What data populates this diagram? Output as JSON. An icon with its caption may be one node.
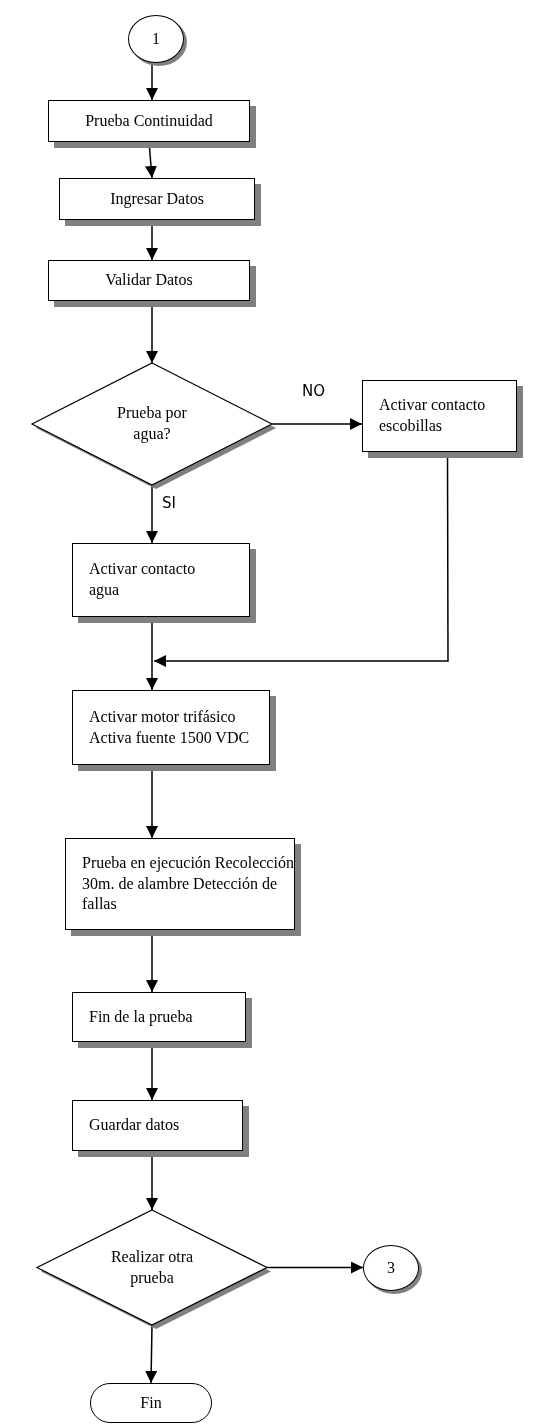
{
  "diagram": {
    "nodes": [
      {
        "text": [
          "1"
        ]
      },
      {
        "text": [
          "Prueba Continuidad"
        ]
      },
      {
        "text": [
          "Ingresar Datos"
        ]
      },
      {
        "text": [
          "Validar Datos"
        ]
      },
      {
        "text": [
          "Prueba por agua?"
        ]
      },
      {
        "text": [
          "Activar contacto escobillas"
        ]
      },
      {
        "text": [
          "Activar contacto agua"
        ]
      },
      {
        "text": [
          "Activar motor trifásico Activa fuente 1500 VDC"
        ]
      },
      {
        "text": [
          "Prueba en ejecución Recolección 30m. de alambre Detección de fallas"
        ]
      },
      {
        "text": [
          "Fin de la prueba"
        ]
      },
      {
        "text": [
          "Guardar datos"
        ]
      },
      {
        "text": [
          "Realizar otra prueba"
        ]
      },
      {
        "text": [
          "3"
        ]
      },
      {
        "text": [
          "Fin"
        ]
      }
    ],
    "edges": [
      {
        "from": 0,
        "to": 1,
        "arrow": "to"
      },
      {
        "from": 1,
        "to": 2,
        "arrow": "to"
      },
      {
        "from": 2,
        "to": 3,
        "arrow": "to"
      },
      {
        "from": 3,
        "to": 4,
        "arrow": "to"
      },
      {
        "from": 4,
        "to": 5,
        "arrow": "to",
        "label": "NO"
      },
      {
        "from": 4,
        "to": 6,
        "arrow": "to",
        "label": "SI"
      },
      {
        "from": 6,
        "to": 7,
        "arrow": "to"
      },
      {
        "from": 5,
        "to": 7,
        "arrow": "to"
      },
      {
        "from": 7,
        "to": 8,
        "arrow": "to"
      },
      {
        "from": 8,
        "to": 9,
        "arrow": "to"
      },
      {
        "from": 9,
        "to": 10,
        "arrow": "to"
      },
      {
        "from": 10,
        "to": 11,
        "arrow": "to"
      },
      {
        "from": 11,
        "to": 12,
        "arrow": "to"
      },
      {
        "from": 11,
        "to": 13,
        "arrow": "to"
      }
    ]
  }
}
